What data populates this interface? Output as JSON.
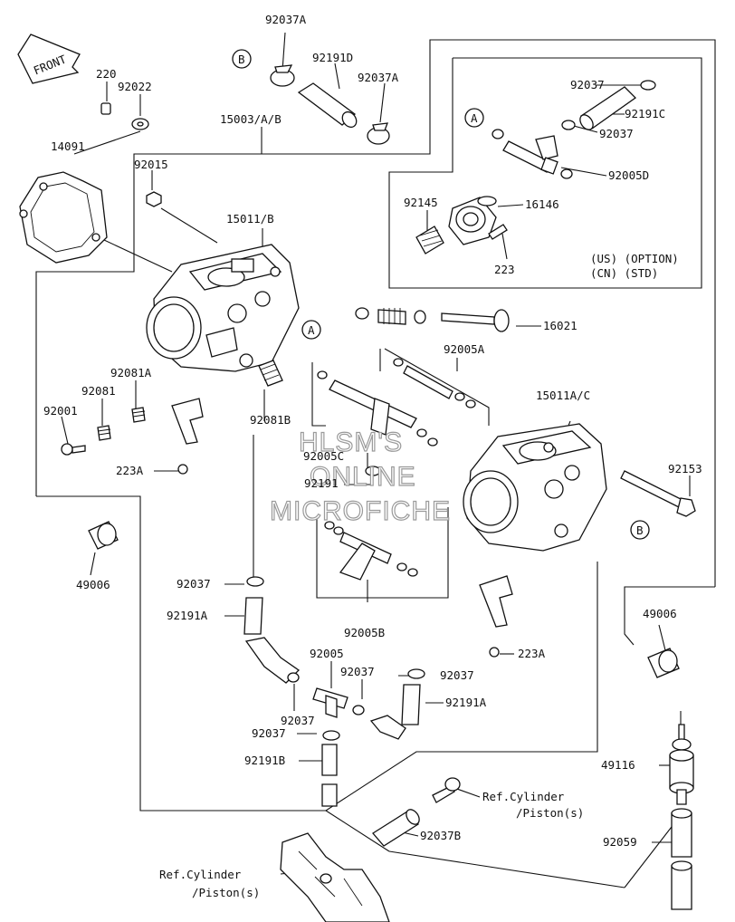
{
  "front_arrow": {
    "text": "FRONT"
  },
  "watermark": [
    "HLSM'S",
    "ONLINE",
    "MICROFICHE"
  ],
  "callouts": [
    {
      "id": "c1",
      "text": "92037A"
    },
    {
      "id": "c2",
      "text": "92191D"
    },
    {
      "id": "c3",
      "text": "92037A"
    },
    {
      "id": "c4",
      "text": "220"
    },
    {
      "id": "c5",
      "text": "92022"
    },
    {
      "id": "c6",
      "text": "15003/A/B"
    },
    {
      "id": "c7",
      "text": "14091"
    },
    {
      "id": "c8",
      "text": "92015"
    },
    {
      "id": "c9",
      "text": "15011/B"
    },
    {
      "id": "c10",
      "text": "92037"
    },
    {
      "id": "c11",
      "text": "92191C"
    },
    {
      "id": "c12",
      "text": "92037"
    },
    {
      "id": "c13",
      "text": "92005D"
    },
    {
      "id": "c14",
      "text": "92145"
    },
    {
      "id": "c15",
      "text": "16146"
    },
    {
      "id": "c16",
      "text": "223"
    },
    {
      "id": "c17",
      "text": "(US) (OPTION)"
    },
    {
      "id": "c18",
      "text": "(CN) (STD)"
    },
    {
      "id": "c19",
      "text": "16021"
    },
    {
      "id": "c20",
      "text": "92005A"
    },
    {
      "id": "c21",
      "text": "92081A"
    },
    {
      "id": "c22",
      "text": "92081"
    },
    {
      "id": "c23",
      "text": "92001"
    },
    {
      "id": "c24",
      "text": "92081B"
    },
    {
      "id": "c25",
      "text": "92005C"
    },
    {
      "id": "c26",
      "text": "15011A/C"
    },
    {
      "id": "c27",
      "text": "92191"
    },
    {
      "id": "c28",
      "text": "223A"
    },
    {
      "id": "c29",
      "text": "92153"
    },
    {
      "id": "c30",
      "text": "49006"
    },
    {
      "id": "c31",
      "text": "92037"
    },
    {
      "id": "c32",
      "text": "92005B"
    },
    {
      "id": "c33",
      "text": "92191A"
    },
    {
      "id": "c34",
      "text": "49006"
    },
    {
      "id": "c35",
      "text": "223A"
    },
    {
      "id": "c36",
      "text": "92005"
    },
    {
      "id": "c37",
      "text": "92037"
    },
    {
      "id": "c38",
      "text": "92037"
    },
    {
      "id": "c39",
      "text": "92037"
    },
    {
      "id": "c40",
      "text": "92191A"
    },
    {
      "id": "c41",
      "text": "92037"
    },
    {
      "id": "c42",
      "text": "92191B"
    },
    {
      "id": "c43",
      "text": "49116"
    },
    {
      "id": "c44",
      "text": "Ref.Cylinder"
    },
    {
      "id": "c45",
      "text": "/Piston(s)"
    },
    {
      "id": "c46",
      "text": "92037B"
    },
    {
      "id": "c47",
      "text": "92059"
    },
    {
      "id": "c48",
      "text": "Ref.Cylinder"
    },
    {
      "id": "c49",
      "text": "/Piston(s)"
    }
  ],
  "ref_markers": [
    {
      "id": "m1",
      "text": "B"
    },
    {
      "id": "m2",
      "text": "A"
    },
    {
      "id": "m3",
      "text": "A"
    },
    {
      "id": "m4",
      "text": "B"
    }
  ]
}
